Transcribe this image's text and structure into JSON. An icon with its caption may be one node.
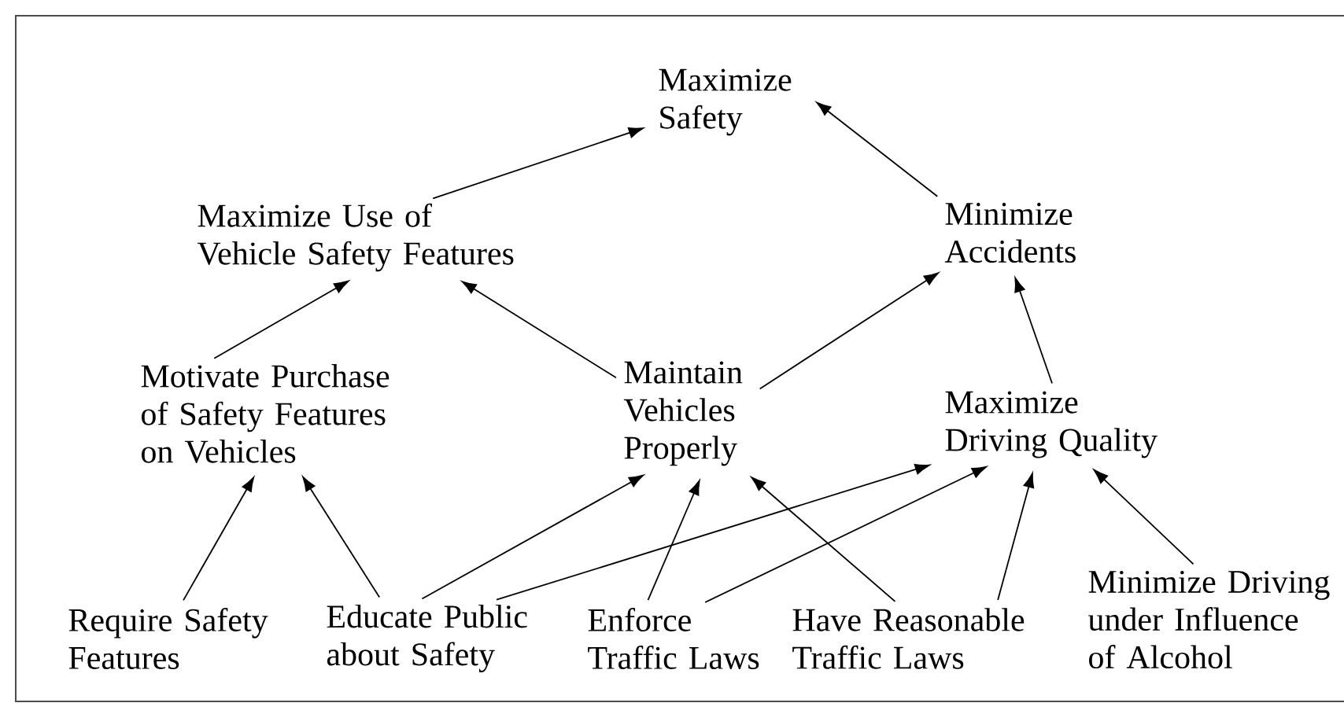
{
  "diagram": {
    "nodes": [
      {
        "text": [
          "Maximize Safety"
        ]
      },
      {
        "text": [
          "Maximize Use of Vehicle Safety Features"
        ]
      },
      {
        "text": [
          "Minimize Accidents"
        ]
      },
      {
        "text": [
          "Motivate Purchase of Safety Features on Vehicles"
        ]
      },
      {
        "text": [
          "Maintain Vehicles Properly"
        ]
      },
      {
        "text": [
          "Maximize Driving Quality"
        ]
      },
      {
        "text": [
          "Require Safety Features"
        ]
      },
      {
        "text": [
          "Educate Public about Safety"
        ]
      },
      {
        "text": [
          "Enforce Traffic Laws"
        ]
      },
      {
        "text": [
          "Have Reasonable Traffic Laws"
        ]
      },
      {
        "text": [
          "Minimize Driving under Influence of Alcohol"
        ]
      }
    ],
    "edges": [
      {
        "from": 1,
        "to": 0,
        "arrow": "to"
      },
      {
        "from": 2,
        "to": 0,
        "arrow": "to"
      },
      {
        "from": 3,
        "to": 1,
        "arrow": "to"
      },
      {
        "from": 4,
        "to": 1,
        "arrow": "to"
      },
      {
        "from": 4,
        "to": 2,
        "arrow": "to"
      },
      {
        "from": 5,
        "to": 2,
        "arrow": "to"
      },
      {
        "from": 6,
        "to": 3,
        "arrow": "to"
      },
      {
        "from": 7,
        "to": 3,
        "arrow": "to"
      },
      {
        "from": 7,
        "to": 4,
        "arrow": "to"
      },
      {
        "from": 7,
        "to": 5,
        "arrow": "to"
      },
      {
        "from": 8,
        "to": 4,
        "arrow": "to"
      },
      {
        "from": 8,
        "to": 5,
        "arrow": "to"
      },
      {
        "from": 9,
        "to": 4,
        "arrow": "to"
      },
      {
        "from": 9,
        "to": 5,
        "arrow": "to"
      },
      {
        "from": 10,
        "to": 5,
        "arrow": "to"
      }
    ]
  }
}
